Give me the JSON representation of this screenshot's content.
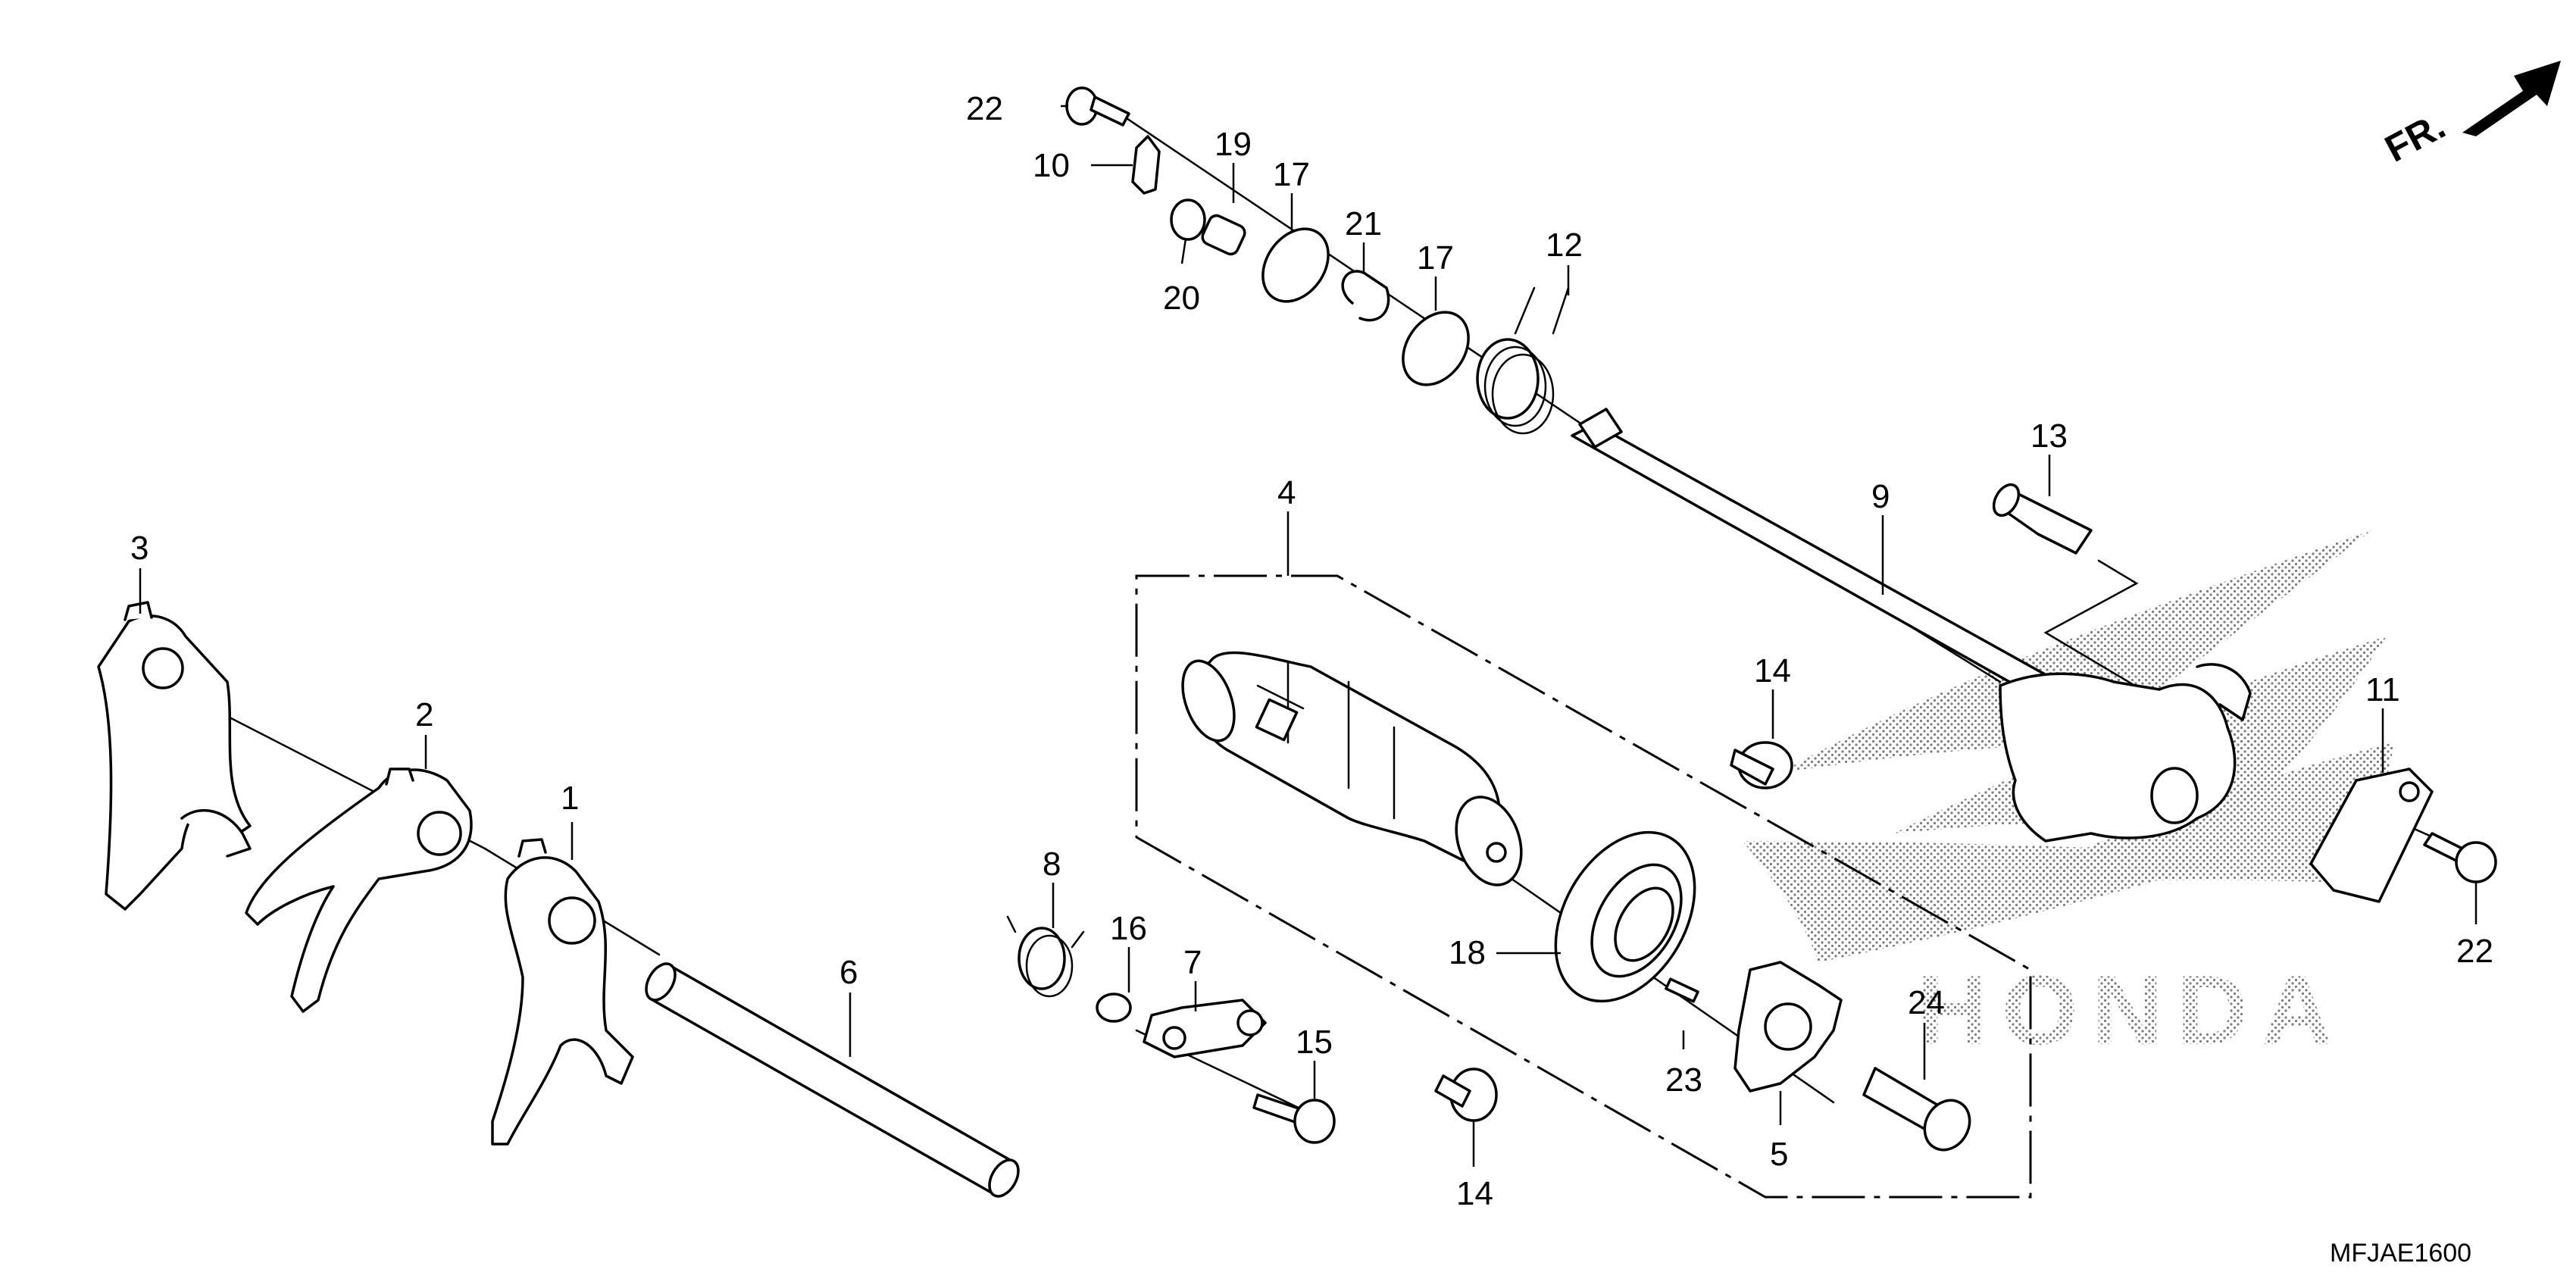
{
  "diagram": {
    "code": "MFJAE1600",
    "front_marker": "FR.",
    "watermark_text": "HONDA",
    "callouts": [
      "1",
      "2",
      "3",
      "4",
      "5",
      "6",
      "7",
      "8",
      "9",
      "10",
      "11",
      "12",
      "13",
      "14",
      "14",
      "15",
      "16",
      "17",
      "17",
      "18",
      "19",
      "20",
      "21",
      "22",
      "22",
      "23",
      "24"
    ]
  }
}
